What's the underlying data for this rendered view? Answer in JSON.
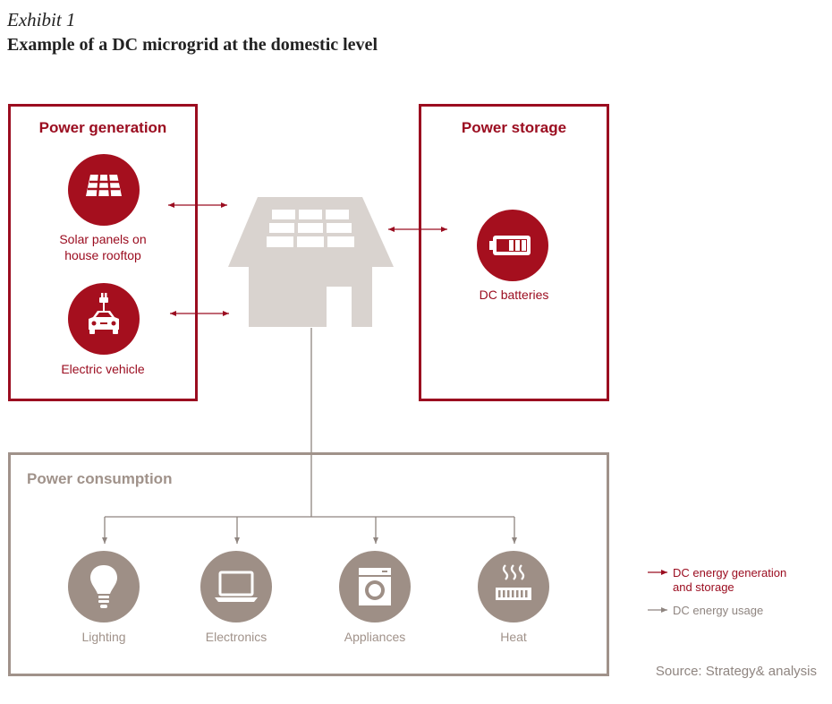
{
  "header": {
    "exhibit": "Exhibit 1",
    "title": "Example of a DC microgrid at the domestic level"
  },
  "generation": {
    "title": "Power generation",
    "solar_label_line1": "Solar panels on",
    "solar_label_line2": "house rooftop",
    "ev_label": "Electric vehicle"
  },
  "storage": {
    "title": "Power storage",
    "battery_label": "DC batteries"
  },
  "consumption": {
    "title": "Power consumption",
    "items": [
      {
        "label": "Lighting",
        "icon": "lightbulb-icon"
      },
      {
        "label": "Electronics",
        "icon": "laptop-icon"
      },
      {
        "label": "Appliances",
        "icon": "washing-machine-icon"
      },
      {
        "label": "Heat",
        "icon": "heater-icon"
      }
    ]
  },
  "legend": {
    "red_line1": "DC energy generation",
    "red_line2": "and storage",
    "gray": "DC energy usage"
  },
  "source": "Source: Strategy& analysis",
  "colors": {
    "accent_red": "#9b0d20",
    "icon_red": "#a50f1e",
    "gray_border": "#a0928a",
    "icon_brown": "#9e8f86",
    "house": "#d9d3cf"
  }
}
